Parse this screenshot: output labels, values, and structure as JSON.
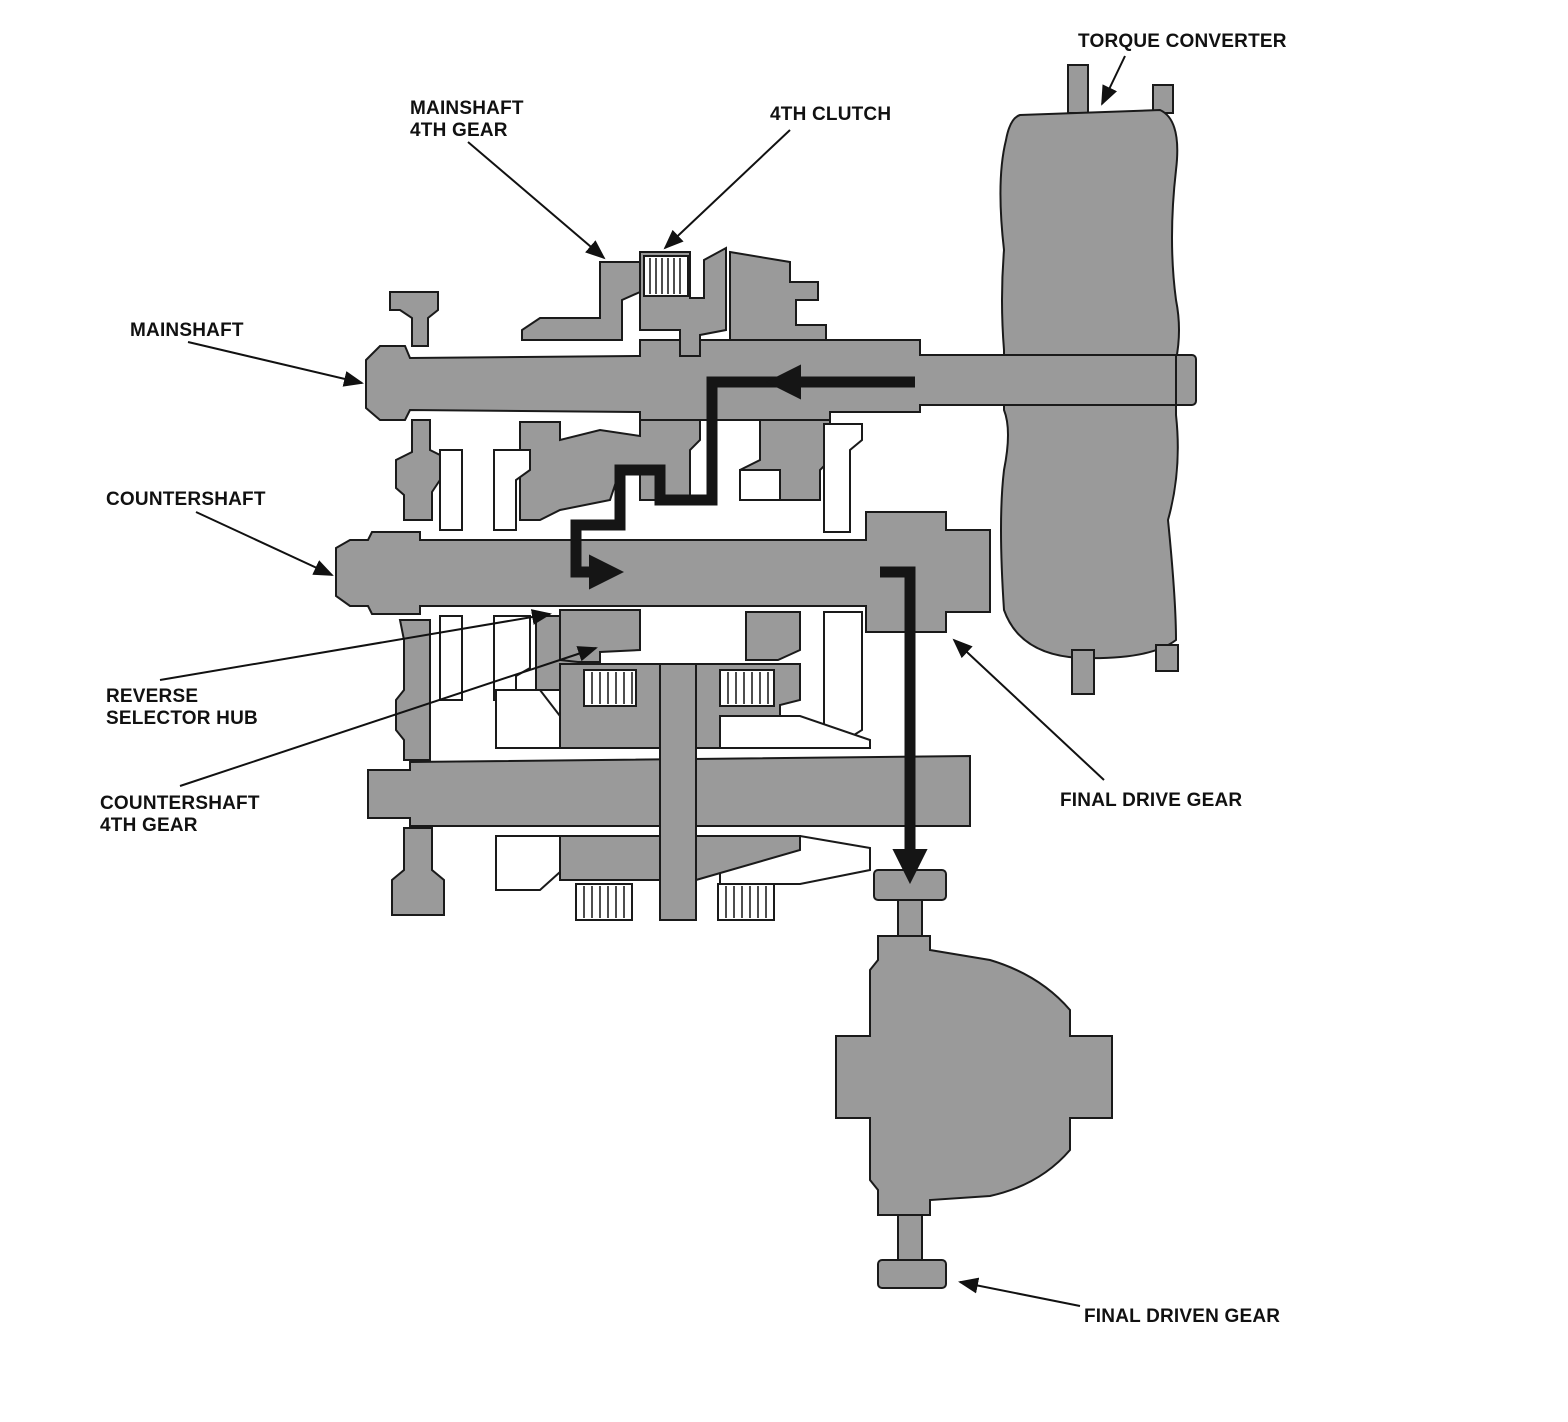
{
  "labels": {
    "torque_converter": "TORQUE CONVERTER",
    "mainshaft_4th_gear_line1": "MAINSHAFT",
    "mainshaft_4th_gear_line2": "4TH GEAR",
    "fourth_clutch": "4TH CLUTCH",
    "mainshaft": "MAINSHAFT",
    "countershaft": "COUNTERSHAFT",
    "reverse_selector_hub_line1": "REVERSE",
    "reverse_selector_hub_line2": "SELECTOR HUB",
    "countershaft_4th_gear_line1": "COUNTERSHAFT",
    "countershaft_4th_gear_line2": "4TH GEAR",
    "final_drive_gear": "FINAL DRIVE GEAR",
    "final_driven_gear": "FINAL DRIVEN GEAR"
  },
  "colors": {
    "part_fill": "#9a9a9a",
    "outline": "#1a1a1a",
    "power_flow": "#151515",
    "background": "#ffffff"
  }
}
